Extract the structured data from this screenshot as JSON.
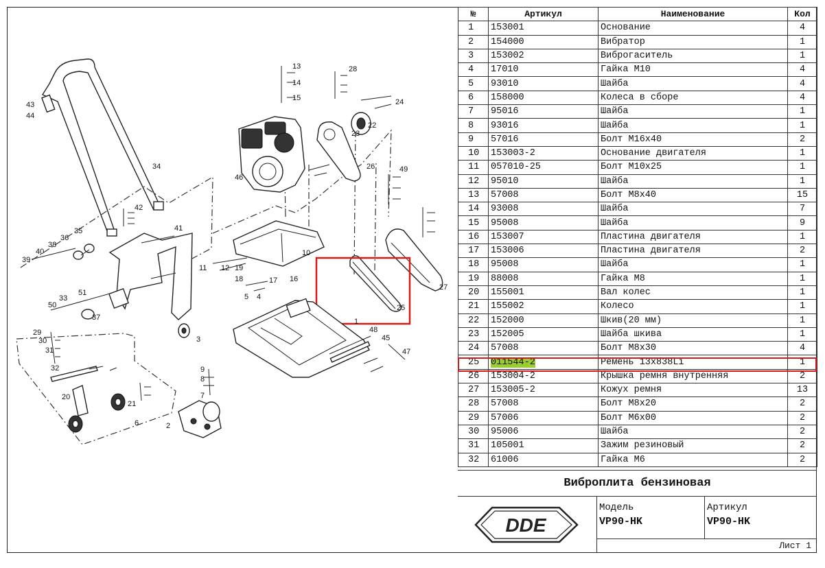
{
  "table": {
    "headers": [
      "№",
      "Артикул",
      "Наименование",
      "Кол"
    ],
    "rows": [
      {
        "num": "1",
        "article": "153001",
        "name": "Основание",
        "qty": "4"
      },
      {
        "num": "2",
        "article": "154000",
        "name": "Вибратор",
        "qty": "1"
      },
      {
        "num": "3",
        "article": "153002",
        "name": "Виброгаситель",
        "qty": "1"
      },
      {
        "num": "4",
        "article": "17010",
        "name": "Гайка М10",
        "qty": "4"
      },
      {
        "num": "5",
        "article": "93010",
        "name": "Шайба",
        "qty": "4"
      },
      {
        "num": "6",
        "article": "158000",
        "name": "Колеса в сборе",
        "qty": "4"
      },
      {
        "num": "7",
        "article": "95016",
        "name": "Шайба",
        "qty": "1"
      },
      {
        "num": "8",
        "article": "93016",
        "name": "Шайба",
        "qty": "1"
      },
      {
        "num": "9",
        "article": "57016",
        "name": "Болт М16х40",
        "qty": "2"
      },
      {
        "num": "10",
        "article": "153003-2",
        "name": "Основание двигателя",
        "qty": "1"
      },
      {
        "num": "11",
        "article": "057010-25",
        "name": "Болт М10х25",
        "qty": "1"
      },
      {
        "num": "12",
        "article": "95010",
        "name": "Шайба",
        "qty": "1"
      },
      {
        "num": "13",
        "article": "57008",
        "name": "Болт М8х40",
        "qty": "15"
      },
      {
        "num": "14",
        "article": "93008",
        "name": "Шайба",
        "qty": "7"
      },
      {
        "num": "15",
        "article": "95008",
        "name": "Шайба",
        "qty": "9"
      },
      {
        "num": "16",
        "article": "153007",
        "name": "Пластина  двигателя",
        "qty": "1"
      },
      {
        "num": "17",
        "article": "153006",
        "name": "Пластина  двигателя",
        "qty": "2"
      },
      {
        "num": "18",
        "article": "95008",
        "name": "Шайба",
        "qty": "1"
      },
      {
        "num": "19",
        "article": "88008",
        "name": "Гайка М8",
        "qty": "1"
      },
      {
        "num": "20",
        "article": "155001",
        "name": "Вал колес",
        "qty": "1"
      },
      {
        "num": "21",
        "article": "155002",
        "name": "Колесо",
        "qty": "1"
      },
      {
        "num": "22",
        "article": "152000",
        "name": "Шкив(20 мм)",
        "qty": "1"
      },
      {
        "num": "23",
        "article": "152005",
        "name": "Шайба шкива",
        "qty": "1"
      },
      {
        "num": "24",
        "article": "57008",
        "name": "Болт М8х30",
        "qty": "4"
      },
      {
        "num": "25",
        "article": "011544-2",
        "name": "Ремень 13х838Li",
        "qty": "1",
        "highlighted": true
      },
      {
        "num": "26",
        "article": "153004-2",
        "name": "Крышка ремня внутренняя",
        "qty": "2"
      },
      {
        "num": "27",
        "article": "153005-2",
        "name": "Кожух ремня",
        "qty": "13"
      },
      {
        "num": "28",
        "article": "57008",
        "name": "Болт М8х20",
        "qty": "2"
      },
      {
        "num": "29",
        "article": "57006",
        "name": "Болт М6х00",
        "qty": "2"
      },
      {
        "num": "30",
        "article": "95006",
        "name": "Шайба",
        "qty": "2"
      },
      {
        "num": "31",
        "article": "105001",
        "name": "Зажим резиновый",
        "qty": "2"
      },
      {
        "num": "32",
        "article": "61006",
        "name": "Гайка М6",
        "qty": "2"
      }
    ]
  },
  "title_block": {
    "product_title": "Виброплита бензиновая",
    "model_label": "Модель",
    "model_value": "VP90-HK",
    "article_label": "Артикул",
    "article_value": "VP90-HK",
    "sheet_label": "Лист 1",
    "logo_text": "DDE"
  },
  "highlight_color": "#d21c1c",
  "highlight_fill": "#9acd32",
  "diagram_labels": {
    "l1": "1",
    "l2": "2",
    "l3": "3",
    "l4": "4",
    "l5": "5",
    "l6": "6",
    "l7": "7",
    "l8": "8",
    "l9": "9",
    "l10": "10",
    "l11": "11",
    "l12": "12",
    "l13": "13",
    "l14": "14",
    "l15": "15",
    "l16": "16",
    "l17": "17",
    "l18": "18",
    "l19": "19",
    "l20": "20",
    "l21": "21",
    "l22": "22",
    "l23": "23",
    "l24": "24",
    "l25": "25",
    "l26": "26",
    "l27": "27",
    "l28": "28",
    "l29": "29",
    "l30": "30",
    "l31": "31",
    "l32": "32",
    "l33": "33",
    "l34": "34",
    "l35": "35",
    "l36": "36",
    "l37": "37",
    "l38": "38",
    "l39": "39",
    "l40": "40",
    "l41": "41",
    "l42": "42",
    "l43": "43",
    "l44": "44",
    "l45": "45",
    "l46": "46",
    "l47": "47",
    "l48": "48",
    "l49": "49",
    "l50": "50",
    "l51": "51"
  }
}
